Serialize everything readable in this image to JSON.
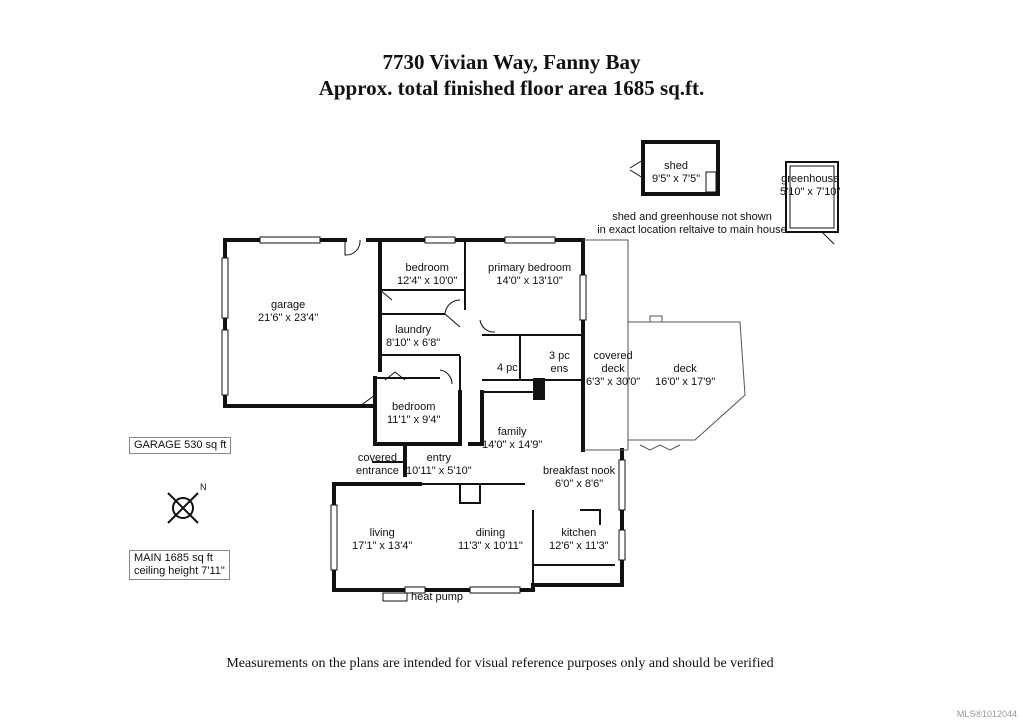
{
  "header": {
    "address": "7730 Vivian Way, Fanny Bay",
    "area_line": "Approx. total finished floor area 1685 sq.ft."
  },
  "rooms": {
    "shed": {
      "name": "shed",
      "dims": "9'5\" x 7'5\""
    },
    "greenhouse": {
      "name": "greenhouse",
      "dims": "5'10\" x 7'10\""
    },
    "garage": {
      "name": "garage",
      "dims": "21'6\" x 23'4\""
    },
    "bedroom1": {
      "name": "bedroom",
      "dims": "12'4\" x 10'0\""
    },
    "primary": {
      "name": "primary bedroom",
      "dims": "14'0\" x 13'10\""
    },
    "laundry": {
      "name": "laundry",
      "dims": "8'10\" x 6'8\""
    },
    "bath4": {
      "name": "4 pc"
    },
    "ensuite": {
      "line1": "3 pc",
      "line2": "ens"
    },
    "covered_deck": {
      "line1": "covered",
      "line2": "deck",
      "dims": "6'3\" x 30'0\""
    },
    "deck": {
      "name": "deck",
      "dims": "16'0\" x 17'9\""
    },
    "bedroom2": {
      "name": "bedroom",
      "dims": "11'1\" x 9'4\""
    },
    "family": {
      "name": "family",
      "dims": "14'0\" x 14'9\""
    },
    "covered_entrance": {
      "line1": "covered",
      "line2": "entrance"
    },
    "entry": {
      "name": "entry",
      "dims": "10'11\" x 5'10\""
    },
    "breakfast": {
      "name": "breakfast nook",
      "dims": "6'0\" x 8'6\""
    },
    "living": {
      "name": "living",
      "dims": "17'1\" x 13'4\""
    },
    "dining": {
      "name": "dining",
      "dims": "11'3\" x 10'11\""
    },
    "kitchen": {
      "name": "kitchen",
      "dims": "12'6\" x 11'3\""
    }
  },
  "notes": {
    "shed_note_1": "shed and greenhouse not shown",
    "shed_note_2": "in exact location reltaive to main house",
    "heat_pump": "heat pump",
    "compass_letter": "N"
  },
  "legend": {
    "garage": "GARAGE  530 sq ft",
    "main_line1": "MAIN  1685 sq ft",
    "main_line2": "ceiling height 7'11\""
  },
  "footer": {
    "disclaimer": "Measurements on the plans are intended for visual reference purposes only and should be verified",
    "mls": "MLS®1012044"
  }
}
